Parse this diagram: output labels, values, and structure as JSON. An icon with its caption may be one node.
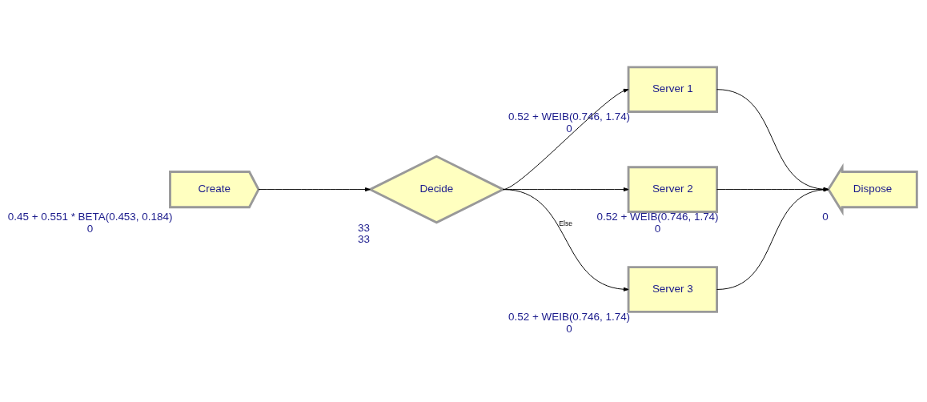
{
  "diagram": {
    "nodes": [
      {
        "text": [
          "Create"
        ],
        "beside": [
          "0.45 + 0.551 * BETA(0.453, 0.184)",
          "0"
        ]
      },
      {
        "text": [
          "Decide"
        ],
        "beside": [
          "33",
          "33"
        ]
      },
      {
        "text": [
          "Server 1"
        ],
        "beside": [
          "0.52 + WEIB(0.746, 1.74)",
          "0"
        ]
      },
      {
        "text": [
          "Server 2"
        ],
        "beside": [
          "0.52 + WEIB(0.746, 1.74)",
          "0"
        ]
      },
      {
        "text": [
          "Server 3"
        ],
        "beside": [
          "0.52 + WEIB(0.746, 1.74)",
          "0"
        ]
      },
      {
        "text": [
          "Dispose"
        ],
        "beside": [
          "0"
        ]
      }
    ],
    "edges": [
      {
        "from": 0,
        "to": 1,
        "arrow": "to"
      },
      {
        "from": 1,
        "to": 2,
        "arrow": "to"
      },
      {
        "from": 1,
        "to": 3,
        "arrow": "to"
      },
      {
        "from": 1,
        "to": 4,
        "arrow": "to",
        "label": "Else"
      },
      {
        "from": 2,
        "to": 5,
        "arrow": "to"
      },
      {
        "from": 3,
        "to": 5,
        "arrow": "to"
      },
      {
        "from": 4,
        "to": 5,
        "arrow": "to"
      }
    ]
  }
}
